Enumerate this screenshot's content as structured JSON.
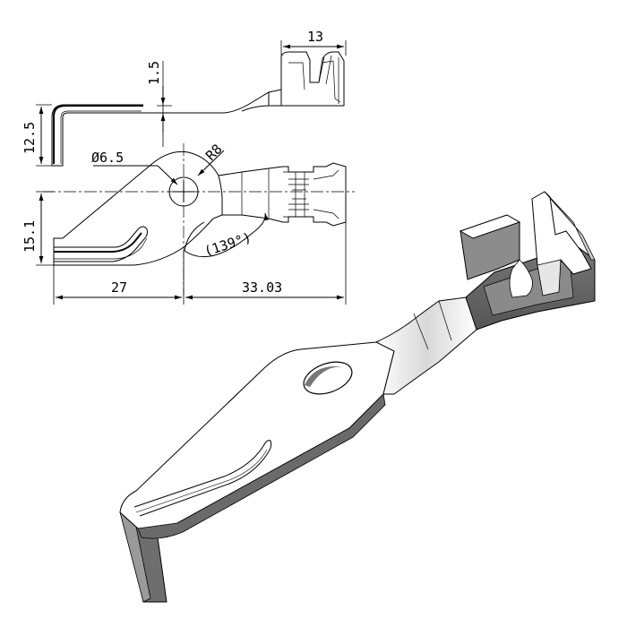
{
  "drawing": {
    "dimensions": {
      "top_width": "13",
      "thickness": "1.5",
      "height": "12.5",
      "hole_diameter": "Ø6.5",
      "radius": "R8",
      "angle": "(139°)",
      "side_height": "15.1",
      "left_length": "27",
      "right_length": "33.03"
    }
  }
}
